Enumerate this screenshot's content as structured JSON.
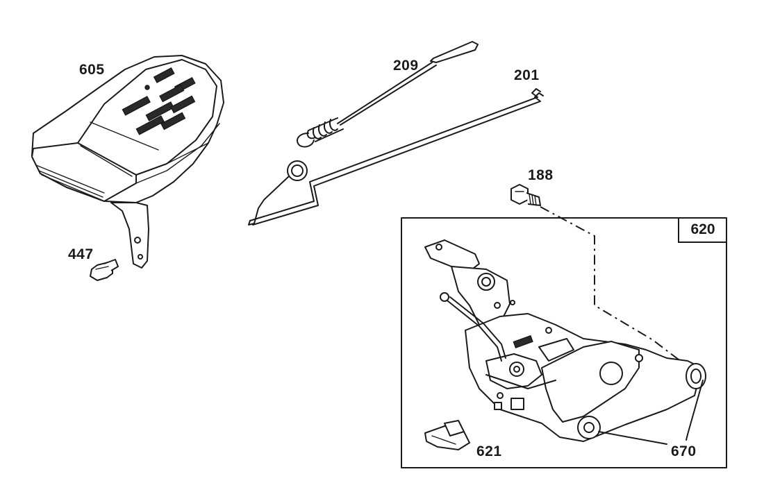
{
  "parts": {
    "p605": "605",
    "p209": "209",
    "p201": "201",
    "p188": "188",
    "p447": "447",
    "p620": "620",
    "p621": "621",
    "p670": "670"
  }
}
